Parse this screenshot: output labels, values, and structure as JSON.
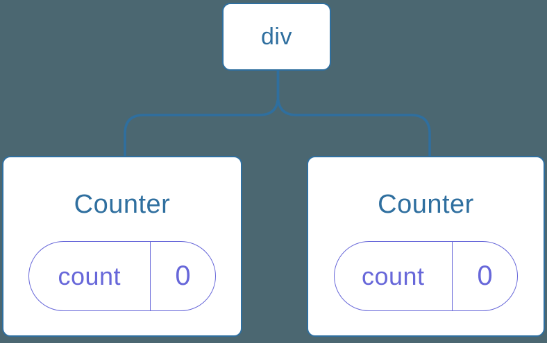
{
  "diagram": {
    "root": {
      "label": "div"
    },
    "children": [
      {
        "title": "Counter",
        "state": {
          "key": "count",
          "value": "0"
        }
      },
      {
        "title": "Counter",
        "state": {
          "key": "count",
          "value": "0"
        }
      }
    ]
  },
  "colors": {
    "background": "#4b6771",
    "blue": "#2f6f9f",
    "purple": "#6767d9",
    "node-bg": "#ffffff"
  }
}
